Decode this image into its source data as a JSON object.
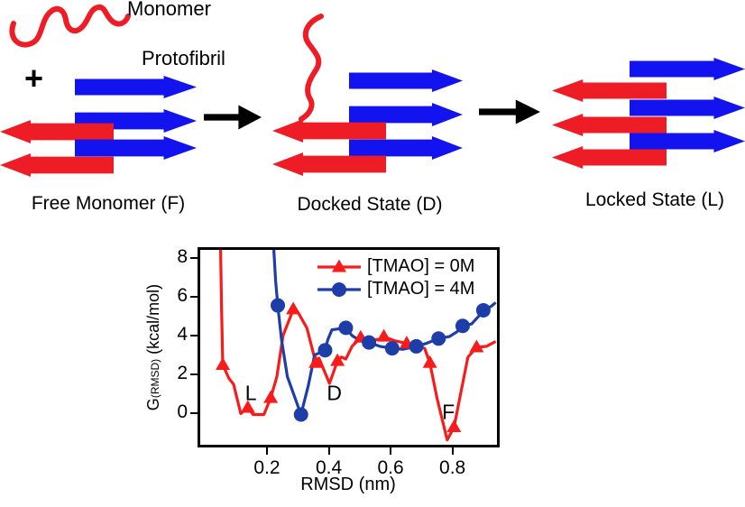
{
  "diagram": {
    "monomer_label": "Monomer",
    "protofibril_label": "Protofibril",
    "plus_sign": "+",
    "states": {
      "free": "Free Monomer (F)",
      "docked": "Docked State (D)",
      "locked": "Locked State (L)"
    },
    "colors": {
      "monomer_red": "#EE1C24",
      "strand_blue": "#1313F0",
      "arrow_black": "#000000"
    }
  },
  "chart_data": {
    "type": "line",
    "title": "",
    "xlabel": "RMSD (nm)",
    "ylabel": "G(RMSD) (kcal/mol)",
    "ylabel_parts": {
      "main": "G",
      "sub": "(RMSD)",
      "units": " (kcal/mol)"
    },
    "xlim": [
      -0.016,
      0.944
    ],
    "ylim": [
      -1.6,
      8.4
    ],
    "xticks": [
      0.2,
      0.4,
      0.6,
      0.8
    ],
    "yticks": [
      0,
      2,
      4,
      6,
      8
    ],
    "grid": false,
    "legend_position": "top-right",
    "annotations": [
      {
        "text": "L",
        "x": 0.148,
        "y": 1.05
      },
      {
        "text": "D",
        "x": 0.418,
        "y": 1.05
      },
      {
        "text": "F",
        "x": 0.787,
        "y": 0.05
      }
    ],
    "series": [
      {
        "name": "[TMAO] = 0M",
        "color": "#F81B1B",
        "marker": "triangle",
        "line": [
          [
            0.05,
            8.4
          ],
          [
            0.053,
            5.5
          ],
          [
            0.057,
            2.5
          ],
          [
            0.077,
            1.8
          ],
          [
            0.092,
            1.5
          ],
          [
            0.115,
            0.0
          ],
          [
            0.138,
            0.3
          ],
          [
            0.155,
            -0.05
          ],
          [
            0.19,
            -0.05
          ],
          [
            0.212,
            0.8
          ],
          [
            0.232,
            1.9
          ],
          [
            0.252,
            4.0
          ],
          [
            0.285,
            5.35
          ],
          [
            0.3,
            5.2
          ],
          [
            0.329,
            4.4
          ],
          [
            0.358,
            2.6
          ],
          [
            0.368,
            2.85
          ],
          [
            0.402,
            1.55
          ],
          [
            0.428,
            2.7
          ],
          [
            0.441,
            2.9
          ],
          [
            0.455,
            2.8
          ],
          [
            0.475,
            3.45
          ],
          [
            0.503,
            3.9
          ],
          [
            0.53,
            3.8
          ],
          [
            0.56,
            3.8
          ],
          [
            0.578,
            3.95
          ],
          [
            0.61,
            3.75
          ],
          [
            0.652,
            3.6
          ],
          [
            0.69,
            3.45
          ],
          [
            0.71,
            3.35
          ],
          [
            0.727,
            2.6
          ],
          [
            0.75,
            0.8
          ],
          [
            0.783,
            -1.35
          ],
          [
            0.805,
            -0.7
          ],
          [
            0.825,
            0.9
          ],
          [
            0.85,
            2.9
          ],
          [
            0.878,
            3.4
          ],
          [
            0.91,
            3.45
          ],
          [
            0.94,
            3.7
          ]
        ],
        "markers": [
          [
            0.057,
            2.5
          ],
          [
            0.138,
            0.3
          ],
          [
            0.212,
            0.8
          ],
          [
            0.285,
            5.35
          ],
          [
            0.358,
            2.6
          ],
          [
            0.428,
            2.7
          ],
          [
            0.503,
            3.9
          ],
          [
            0.578,
            3.95
          ],
          [
            0.652,
            3.6
          ],
          [
            0.727,
            2.6
          ],
          [
            0.805,
            -0.7
          ],
          [
            0.878,
            3.4
          ]
        ]
      },
      {
        "name": "[TMAO] = 4M",
        "color": "#1D3EA8",
        "marker": "circle",
        "line": [
          [
            0.222,
            8.4
          ],
          [
            0.228,
            6.8
          ],
          [
            0.235,
            5.55
          ],
          [
            0.247,
            3.8
          ],
          [
            0.266,
            1.9
          ],
          [
            0.31,
            -0.05
          ],
          [
            0.334,
            1.45
          ],
          [
            0.354,
            3.0
          ],
          [
            0.388,
            3.25
          ],
          [
            0.397,
            3.8
          ],
          [
            0.41,
            4.3
          ],
          [
            0.455,
            4.4
          ],
          [
            0.475,
            4.0
          ],
          [
            0.5,
            3.75
          ],
          [
            0.53,
            3.65
          ],
          [
            0.565,
            3.45
          ],
          [
            0.605,
            3.35
          ],
          [
            0.64,
            3.3
          ],
          [
            0.683,
            3.45
          ],
          [
            0.715,
            3.6
          ],
          [
            0.755,
            3.85
          ],
          [
            0.79,
            3.95
          ],
          [
            0.815,
            4.2
          ],
          [
            0.833,
            4.5
          ],
          [
            0.862,
            4.6
          ],
          [
            0.885,
            5.0
          ],
          [
            0.9,
            5.3
          ],
          [
            0.925,
            5.5
          ],
          [
            0.94,
            5.7
          ]
        ],
        "markers": [
          [
            0.235,
            5.55
          ],
          [
            0.31,
            -0.05
          ],
          [
            0.388,
            3.25
          ],
          [
            0.455,
            4.4
          ],
          [
            0.53,
            3.65
          ],
          [
            0.605,
            3.35
          ],
          [
            0.683,
            3.45
          ],
          [
            0.755,
            3.85
          ],
          [
            0.833,
            4.5
          ],
          [
            0.9,
            5.3
          ]
        ]
      }
    ]
  }
}
